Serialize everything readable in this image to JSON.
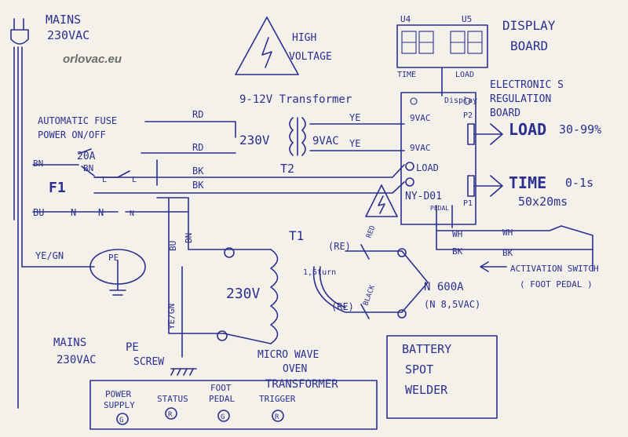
{
  "labels": {
    "mains_top": "MAINS",
    "mains_top_v": "230VAC",
    "logo": "orlovac.eu",
    "high_voltage": "HIGH",
    "high_voltage2": "VOLTAGE",
    "display_board": "DISPLAY",
    "display_board2": "BOARD",
    "display_u4": "U4",
    "display_u5": "U5",
    "display_time": "TIME",
    "display_load": "LOAD",
    "electronics": "ELECTRONIC S",
    "regulation": "REGULATION",
    "board": "BOARD",
    "display_pin": "Display",
    "transformer_small": "9-12V Transformer",
    "auto_fuse": "AUTOMATIC FUSE",
    "power_onoff": "POWER ON/OFF",
    "fuse_rating": "20A",
    "f1": "F1",
    "rd1": "RD",
    "rd2": "RD",
    "ye1": "YE",
    "ye2": "YE",
    "bk1": "BK",
    "bk2": "BK",
    "bn1": "BN",
    "bn2": "BN",
    "bn3": "BN",
    "bu1": "BU",
    "bu2": "BU",
    "n1": "N",
    "n2": "N",
    "n3": "N",
    "l1": "L",
    "l2": "L",
    "t2_prim": "230V",
    "t2_sec": "9VAC",
    "t2": "T2",
    "pin_9vac1": "9VAC",
    "pin_9vac2": "9VAC",
    "pin_load": "LOAD",
    "pin_ny": "NY-D01",
    "pin_pedal": "PEDAL",
    "p2": "P2",
    "p1": "P1",
    "load_label": "LOAD",
    "load_range": "30-99%",
    "time_label": "TIME",
    "time_range": "0-1s",
    "time_steps": "50x20ms",
    "wh1": "WH",
    "wh2": "WH",
    "bk3": "BK",
    "bk4": "BK",
    "activation": "ACTIVATION SWITCH",
    "foot_pedal": "( FOOT PEDAL )",
    "ye_gn1": "YE/GN",
    "ye_gn2": "YE/GN",
    "pe": "PE",
    "t1": "T1",
    "t1_prim": "230V",
    "re1": "(RE)",
    "re2": "(RE)",
    "turns": "1,5turn",
    "red": "RED",
    "black": "BLACK",
    "current": "N 600A",
    "sec_v": "(N 8,5VAC)",
    "mains_bottom": "MAINS",
    "mains_bottom_v": "230VAC",
    "pe_screw": "PE",
    "pe_screw2": "SCREW",
    "mw1": "MICRO WAVE",
    "mw2": "OVEN",
    "mw3": "TRANSFORMER",
    "battery": "BATTERY",
    "spot": "SPOT",
    "welder": "WELDER",
    "power_supply": "POWER",
    "power_supply2": "SUPPLY",
    "status": "STATUS",
    "foot": "FOOT",
    "pedal": "PEDAL",
    "trigger": "TRIGGER",
    "led_g1": "G",
    "led_r1": "R",
    "led_g2": "G",
    "led_r2": "R"
  },
  "colors": {
    "ink": "#2b2f8f",
    "paper": "#f4f1ea",
    "logo": "#6d6d6d"
  }
}
